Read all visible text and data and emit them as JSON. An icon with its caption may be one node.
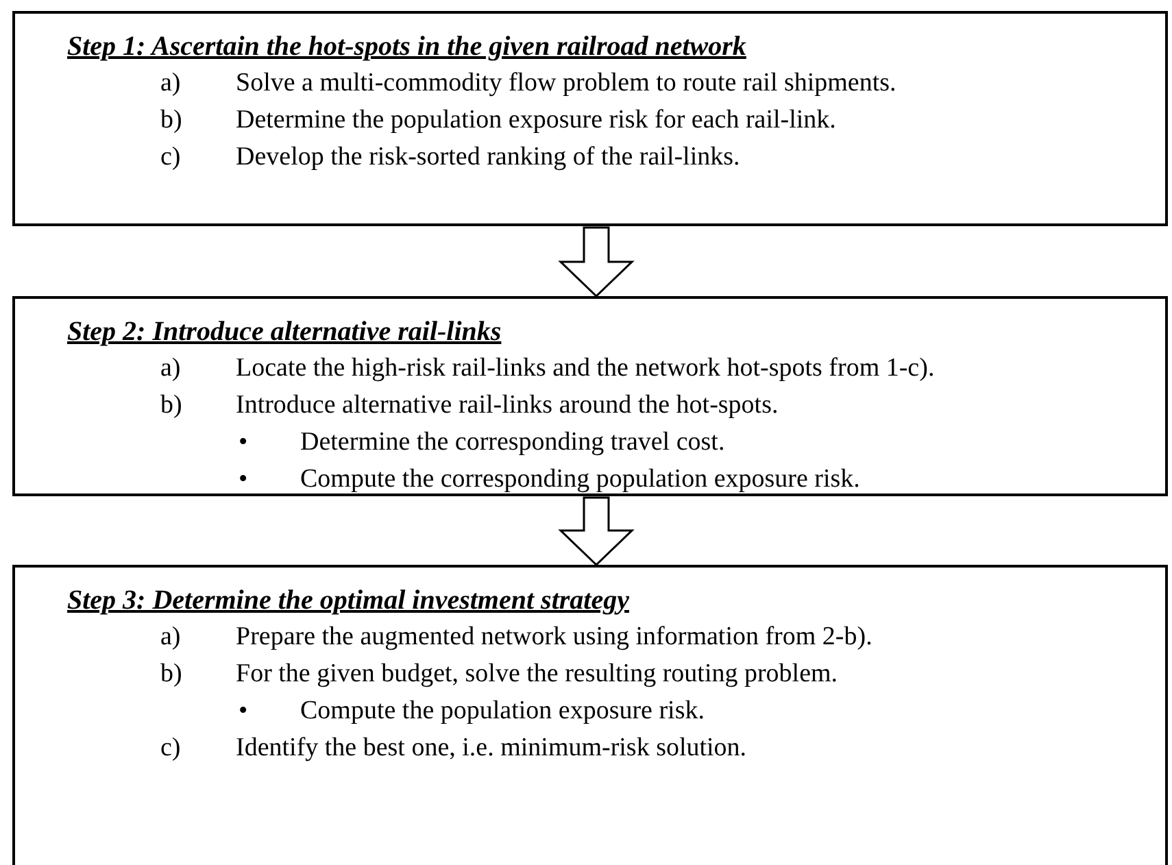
{
  "diagram": {
    "nodes": [
      {
        "text": [
          "Step 1: Ascertain the hot-spots in the given railroad network",
          "a)",
          "Solve a multi-commodity flow problem to route rail shipments.",
          "b)",
          "Determine the population exposure risk for each rail-link.",
          "c)",
          "Develop the risk-sorted ranking of the rail-links."
        ]
      },
      {
        "text": [
          "Step 2: Introduce alternative rail-links",
          "a)",
          "Locate the high-risk rail-links and the network hot-spots from 1-c).",
          "b)",
          "Introduce alternative rail-links around the hot-spots.",
          "•",
          "Determine the corresponding travel cost.",
          "•",
          "Compute the corresponding population exposure risk."
        ]
      },
      {
        "text": [
          "Step 3: Determine the optimal investment strategy",
          "a)",
          "Prepare the augmented network using information from 2-b).",
          "b)",
          "For the given budget, solve the resulting routing problem.",
          "•",
          "Compute the population exposure risk.",
          "c)",
          "Identify the best one, i.e. minimum-risk solution."
        ]
      }
    ],
    "edges": [
      {
        "from": 0,
        "to": 1,
        "arrow": "to"
      },
      {
        "from": 1,
        "to": 2,
        "arrow": "to"
      }
    ]
  }
}
